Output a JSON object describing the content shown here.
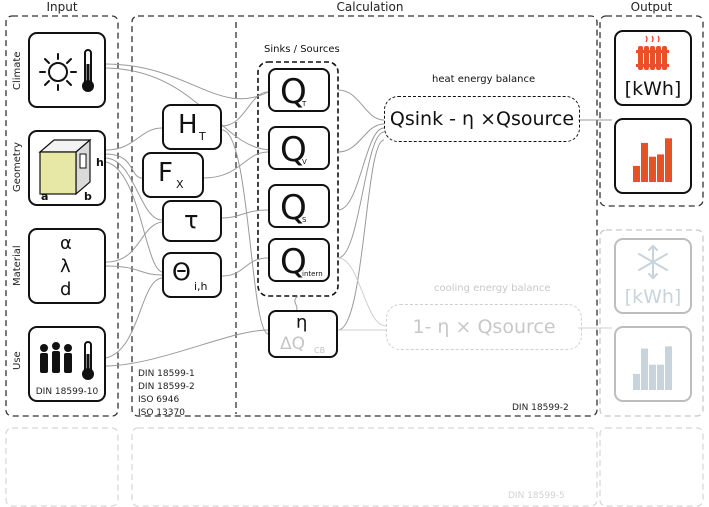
{
  "columns": {
    "input": "Input",
    "calculation": "Calculation",
    "output": "Output"
  },
  "input_rows": {
    "climate": "Climate",
    "geometry": "Geometry",
    "material": "Material",
    "use": "Use"
  },
  "geometry_dims": {
    "a": "a",
    "b": "b",
    "h": "h"
  },
  "material_symbols": {
    "alpha": "α",
    "lambda": "λ",
    "d": "d"
  },
  "use_standard": "DIN 18599-10",
  "params": {
    "ht": {
      "main": "H",
      "sub": "T"
    },
    "fx": {
      "main": "F",
      "sub": "X"
    },
    "tau": {
      "main": "τ"
    },
    "theta": {
      "main": "Θ",
      "sub": "i,h"
    }
  },
  "standards_list": [
    "DIN 18599-1",
    "DIN 18599-2",
    "ISO 6946",
    "ISO 13370"
  ],
  "sinks_sources": {
    "title": "Sinks / Sources",
    "items": [
      {
        "main": "Q",
        "sub": "T"
      },
      {
        "main": "Q",
        "sub": "V"
      },
      {
        "main": "Q",
        "sub": "S"
      },
      {
        "main": "Q",
        "sub": "intern"
      }
    ]
  },
  "eta_box": {
    "eta": "η",
    "dq_main": "ΔQ",
    "dq_sub": "CB"
  },
  "heat_balance": {
    "label": "heat energy balance",
    "formula": "Qsink - η ×Qsource"
  },
  "cooling_balance": {
    "label": "cooling energy balance",
    "formula": "1- η × Qsource"
  },
  "calc_standard": "DIN 18599-2",
  "bottom_standard": "DIN 18599-5",
  "output": {
    "heating_unit": "[kWh]",
    "cooling_unit": "[kWh]",
    "heat_bars": [
      0.35,
      0.85,
      0.55,
      0.6,
      0.95
    ],
    "cool_bars": [
      0.35,
      0.9,
      0.55,
      0.55,
      0.95
    ]
  },
  "colors": {
    "heating": "#e8502a",
    "cooling": "#c9d3dc",
    "wall_face": "#e7e7a6",
    "faded": "#c8c8c8"
  }
}
